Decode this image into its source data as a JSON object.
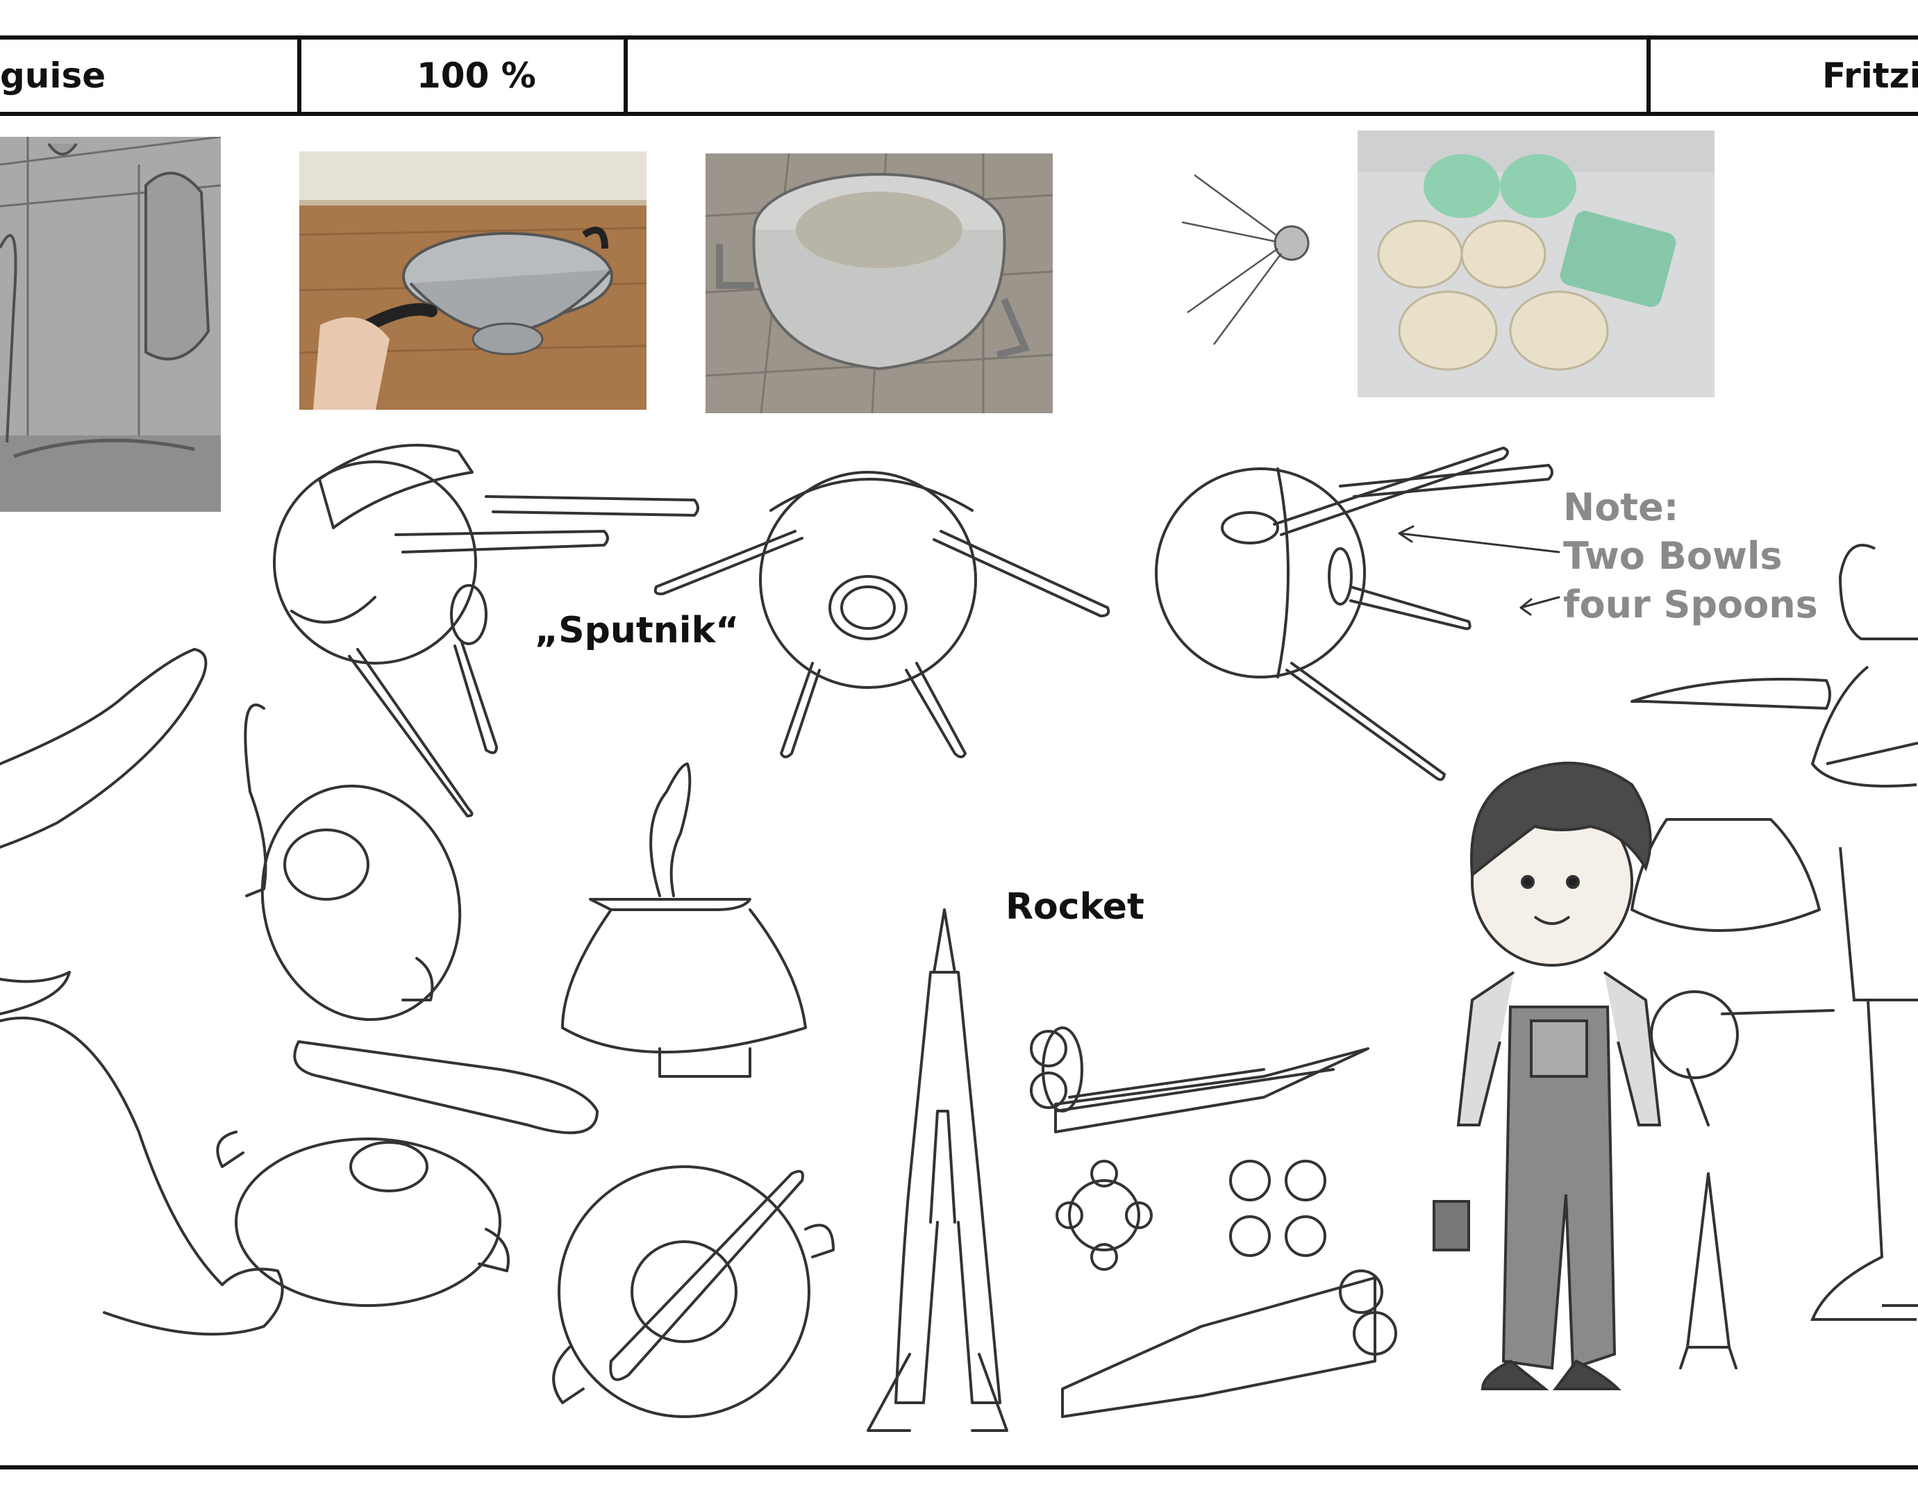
{
  "header": {
    "scene_label": "guise",
    "zoom_label": "100 %",
    "character_label": "Fritzi"
  },
  "labels": {
    "sputnik": "„Sputnik“",
    "rocket": "Rocket"
  },
  "note": {
    "title": "Note:",
    "line1": "Two Bowls",
    "line2": "four Spoons"
  },
  "colors": {
    "ink": "#111111",
    "note_gray": "#8a8a8a",
    "storyboard_gray": "#9a9a9a",
    "floor_wood": "#a8774a",
    "tile_gray": "#9c958c",
    "bowl_green": "#8fd0b0",
    "bowl_cream": "#e8e0c8"
  },
  "icons": [
    "colander-sketch",
    "sputnik-sketch",
    "rocket-sketch",
    "boy-character",
    "man-character"
  ]
}
